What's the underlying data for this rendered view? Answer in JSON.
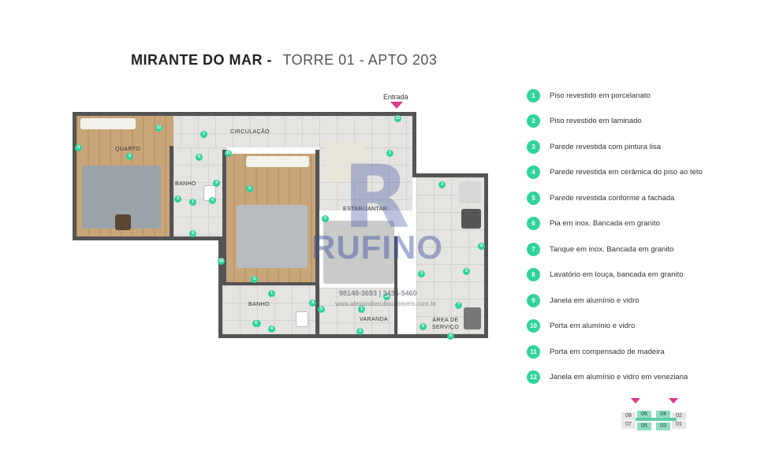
{
  "header": {
    "project": "MIRANTE DO MAR -",
    "unit": "TORRE 01 - APTO 203"
  },
  "plan": {
    "entrance": "Entrada",
    "rooms": {
      "circulation": "CIRCULAÇÃO",
      "bedroom": "QUARTO",
      "bath1": "BANHO",
      "bath2": "BANHO",
      "living": "ESTAR/JANTAR",
      "balcony": "VARANDA",
      "service": "ÁREA DE SERVIÇO"
    },
    "markers": [
      "11",
      "1",
      "1",
      "3",
      "2",
      "8",
      "11",
      "4",
      "1",
      "3",
      "4",
      "4",
      "2",
      "3",
      "12",
      "3",
      "1",
      "4",
      "5",
      "6",
      "4",
      "1",
      "10",
      "6",
      "3",
      "7",
      "8",
      "4",
      "9",
      "5",
      "9",
      "11",
      "3"
    ]
  },
  "watermark": {
    "name": "RUFINO",
    "phone": "98148-3693  |  3436-5460",
    "site": "www.alexandrerufinoimoveis.com.br"
  },
  "legend": [
    {
      "n": "1",
      "text": "Piso revestido em porcelanato"
    },
    {
      "n": "2",
      "text": "Piso revestido em laminado"
    },
    {
      "n": "3",
      "text": "Parede revestida com pintura lisa"
    },
    {
      "n": "4",
      "text": "Parede revestida em cerâmica do piso ao teto"
    },
    {
      "n": "5",
      "text": "Parede revestida conforme a fachada"
    },
    {
      "n": "6",
      "text": "Pia em inox. Bancada em granito"
    },
    {
      "n": "7",
      "text": "Tanque em inox. Bancada em granito"
    },
    {
      "n": "8",
      "text": "Lavatório em louça, bancada em granito"
    },
    {
      "n": "9",
      "text": "Janela em alumínio e vidro"
    },
    {
      "n": "10",
      "text": "Porta em alumínio e vidro"
    },
    {
      "n": "11",
      "text": "Porta em compensado de madeira"
    },
    {
      "n": "12",
      "text": "Janela em alumínio e vidro em veneziana"
    }
  ],
  "keymap": {
    "cells": [
      "08",
      "06",
      "04",
      "02",
      "07",
      "05",
      "03",
      "01"
    ]
  },
  "colors": {
    "accent": "#2fd39b",
    "arrow": "#e0368f",
    "wall": "#545454"
  }
}
